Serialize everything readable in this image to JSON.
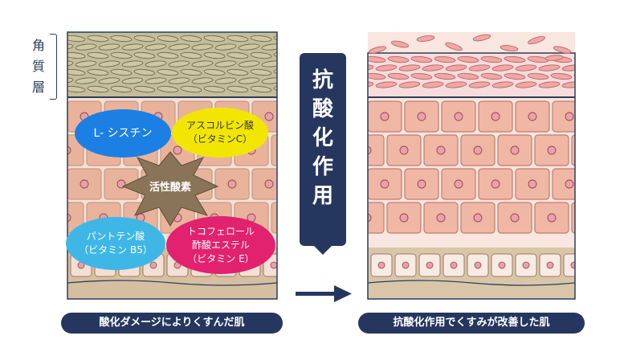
{
  "stratum_corneum_label": "角質層",
  "center_banner_label": "抗酸化作用",
  "left_caption": "酸化ダメージによりくすんだ肌",
  "right_caption": "抗酸化作用でくすみが改善した肌",
  "bubbles": {
    "cystine": "L- シスチン",
    "vitamin_c": [
      "アスコルビン酸",
      "（ビタミンC）"
    ],
    "active_oxygen": "活性酸素",
    "vitamin_b5": [
      "パントテン酸",
      "（ビタミン B5）"
    ],
    "vitamin_e": [
      "トコフェロール",
      "酢酸エステル",
      "（ビタミン E）"
    ]
  },
  "colors": {
    "navy": "#26375f",
    "dull_cell": "#e9b39b",
    "healthy_cell": "#f0b7a5",
    "dull_corneum": "#c5bd99",
    "healthy_corneum": "#f8dcdc",
    "blue_bubble": "#1c7fe3",
    "yellow_bubble": "#f2e600",
    "cyan_bubble": "#3fb7e6",
    "magenta_bubble": "#e2216f",
    "oxygen": "#8a7457"
  }
}
